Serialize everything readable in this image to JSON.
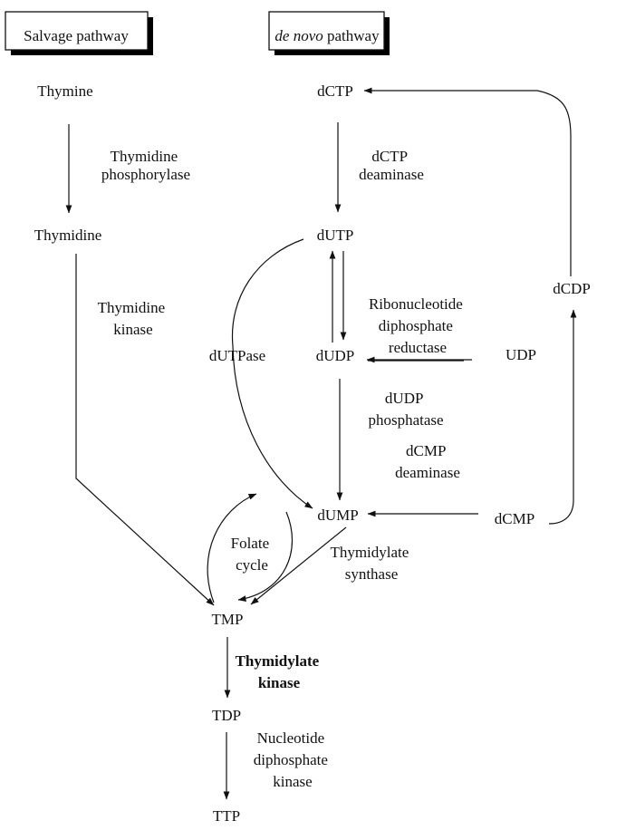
{
  "pathways": {
    "salvage": "Salvage pathway",
    "denovo_italic": "de novo",
    "denovo_rest": " pathway"
  },
  "compounds": {
    "thymine": "Thymine",
    "thymidine": "Thymidine",
    "dctp": "dCTP",
    "dutp": "dUTP",
    "dudp": "dUDP",
    "udp": "UDP",
    "dcdp": "dCDP",
    "dump": "dUMP",
    "dcmp": "dCMP",
    "tmp": "TMP",
    "tdp": "TDP",
    "ttp": "TTP"
  },
  "enzymes": {
    "thymidine_phosphorylase": [
      "Thymidine",
      "phosphorylase"
    ],
    "thymidine_kinase": [
      "Thymidine",
      "kinase"
    ],
    "dctp_deaminase": [
      "dCTP",
      "deaminase"
    ],
    "ribonucleotide_reductase": [
      "Ribonucleotide",
      "diphosphate",
      "reductase"
    ],
    "dutpase": "dUTPase",
    "dudp_phosphatase": [
      "dUDP",
      "phosphatase"
    ],
    "dcmp_deaminase": [
      "dCMP",
      "deaminase"
    ],
    "folate_cycle": [
      "Folate",
      "cycle"
    ],
    "thymidylate_synthase": [
      "Thymidylate",
      "synthase"
    ],
    "thymidylate_kinase": [
      "Thymidylate",
      "kinase"
    ],
    "nucleotide_diphosphate_kinase": [
      "Nucleotide",
      "diphosphate",
      "kinase"
    ]
  },
  "colors": {
    "ink": "#111111",
    "shadow": "#000000",
    "background": "#ffffff"
  }
}
